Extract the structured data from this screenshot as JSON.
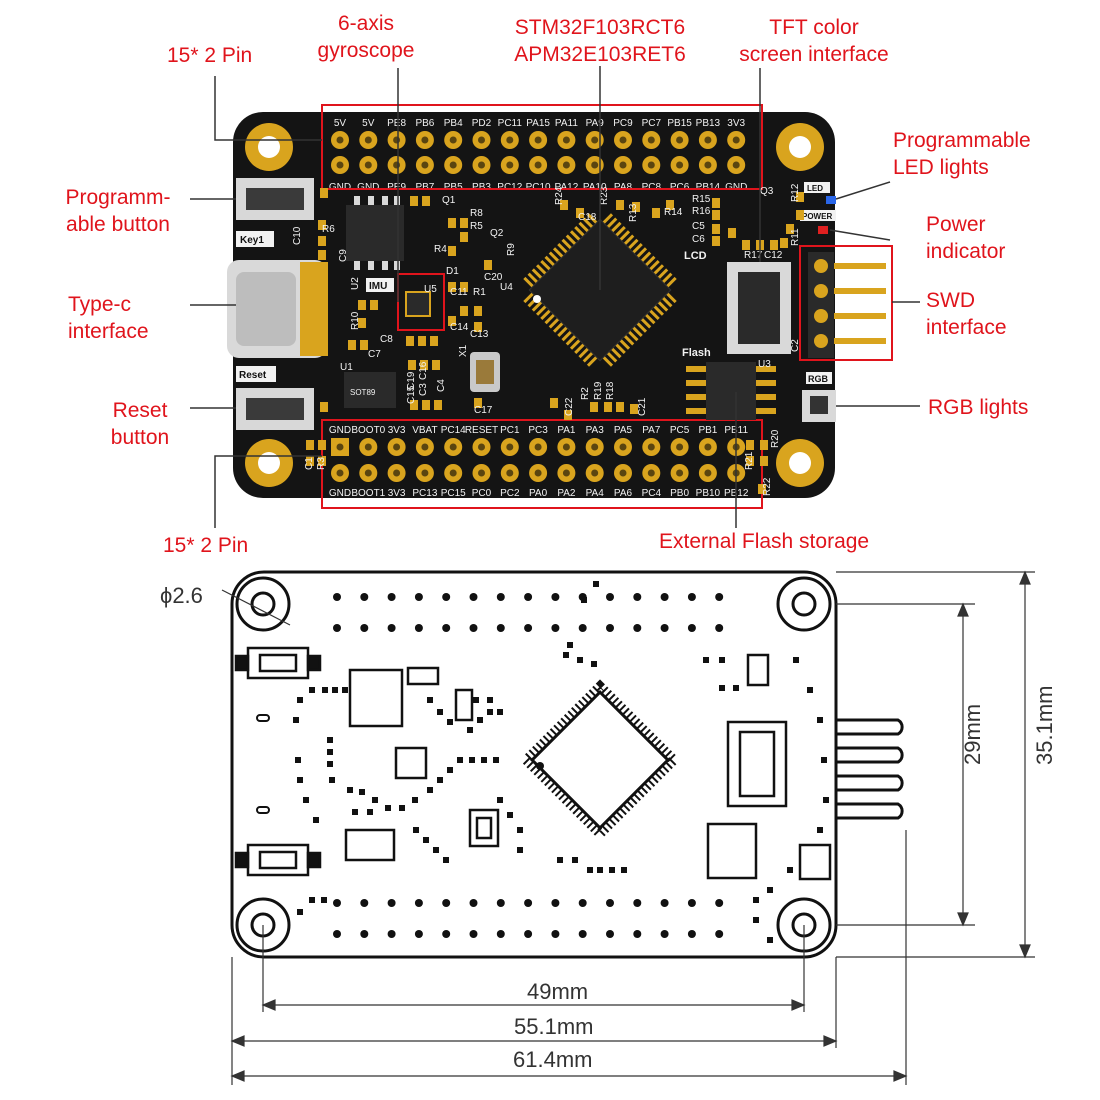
{
  "callouts": {
    "header_top": "15* 2 Pin",
    "gyro": "6-axis\ngyroscope",
    "mcu": "STM32F103RCT6\nAPM32E103RET6",
    "tft": "TFT color\nscreen interface",
    "led": "Programmable\nLED lights",
    "button": "Programm-\nable button",
    "power": "Power\nindicator",
    "typec": "Type-c\ninterface",
    "swd": "SWD\ninterface",
    "reset": "Reset\nbutton",
    "rgb": "RGB lights",
    "header_bottom": "15* 2 Pin",
    "flash": "External Flash storage"
  },
  "board": {
    "top_row_upper": [
      "5V",
      "5V",
      "PE8",
      "PB6",
      "PB4",
      "PD2",
      "PC11",
      "PA15",
      "PA11",
      "PA9",
      "PC9",
      "PC7",
      "PB15",
      "PB13",
      "3V3"
    ],
    "top_row_lower": [
      "GND",
      "GND",
      "PE9",
      "PB7",
      "PB5",
      "PB3",
      "PC12",
      "PC10",
      "PA12",
      "PA10",
      "PA8",
      "PC8",
      "PC6",
      "PB14",
      "GND"
    ],
    "bottom_row_upper": [
      "GND",
      "BOOT0",
      "3V3",
      "VBAT",
      "PC14",
      "RESET",
      "PC1",
      "PC3",
      "PA1",
      "PA3",
      "PA5",
      "PA7",
      "PC5",
      "PB1",
      "PB11"
    ],
    "bottom_row_lower": [
      "GND",
      "BOOT1",
      "3V3",
      "PC13",
      "PC15",
      "PC0",
      "PC2",
      "PA0",
      "PA2",
      "PA4",
      "PA6",
      "PC4",
      "PB0",
      "PB10",
      "PB12"
    ],
    "silk": {
      "key1": "Key1",
      "reset": "Reset",
      "imu": "IMU",
      "u5": "U5",
      "u4": "U4",
      "lcd": "LCD",
      "flash": "Flash",
      "led": "LED",
      "power": "POWER",
      "rgb": "RGB",
      "u3": "U3",
      "u1": "U1",
      "x1": "X1",
      "q1": "Q1",
      "q2": "Q2",
      "q3": "Q3",
      "u2": "U2",
      "c10": "C10",
      "c9": "C9",
      "r6": "R6",
      "r8": "R8",
      "r5": "R5",
      "r4": "R4",
      "r9": "R9",
      "d1": "D1",
      "c20": "C20",
      "c11": "C11",
      "r1": "R1",
      "r10": "R10",
      "c14": "C14",
      "c8": "C8",
      "c7": "C7",
      "c13": "C13",
      "c17": "C17",
      "r24": "R24",
      "c18": "C18",
      "r23": "R23",
      "r13": "R13",
      "r14": "R14",
      "r15": "R15",
      "r16": "R16",
      "c5": "C5",
      "c6": "C6",
      "r17": "R17",
      "c12": "C12",
      "r11": "R11",
      "r12": "R12",
      "c2": "C2",
      "c22": "C22",
      "r2": "R2",
      "r19": "R19",
      "r18": "R18",
      "c21": "C21",
      "r20": "R20",
      "r21": "R21",
      "r22": "R22",
      "c1": "C1",
      "r3": "R3",
      "c4": "C4",
      "c3": "C3",
      "c16": "C16",
      "c19": "C19",
      "c15": "C15",
      "sot": "SOT89"
    }
  },
  "dimensions": {
    "hole": "ϕ2.6",
    "hole_spacing_v": "29mm",
    "board_height": "35.1mm",
    "hole_spacing_h": "49mm",
    "board_width": "55.1mm",
    "overall_width": "61.4mm"
  },
  "colors": {
    "label_red": "#e0141c",
    "pcb": "#141414",
    "gold": "#d9a41e",
    "line": "#333333"
  }
}
